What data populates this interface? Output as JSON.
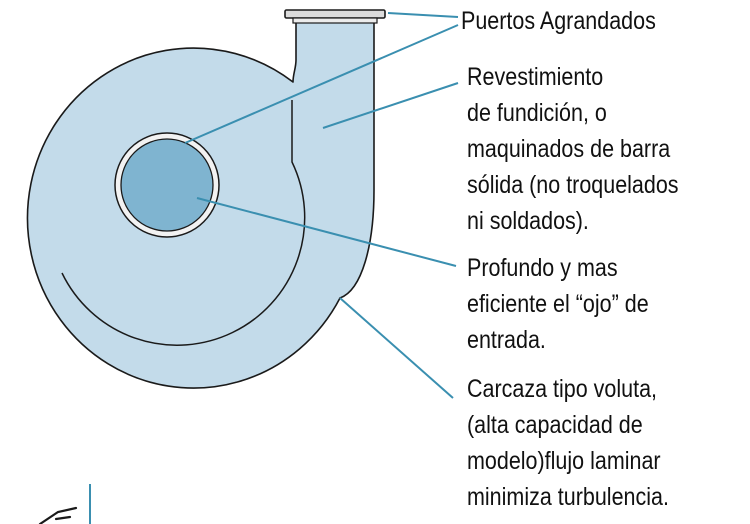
{
  "colors": {
    "casing_fill": "#c3dbea",
    "casing_stroke": "#1a1a1a",
    "eye_fill": "#7fb4d0",
    "leader_line": "#3a8fb0"
  },
  "labels": {
    "ports": [
      "Puertos Agrandados"
    ],
    "casting": [
      "Revestimiento",
      "de fundición, o",
      "maquinados de barra",
      "sólida (no troquelados",
      "ni soldados)."
    ],
    "eye": [
      "Profundo y mas",
      "eficiente el “ojo” de",
      "entrada."
    ],
    "volute": [
      "Carcaza tipo voluta,",
      "(alta capacidad de",
      "modelo)flujo laminar",
      "minimiza turbulencia."
    ]
  }
}
